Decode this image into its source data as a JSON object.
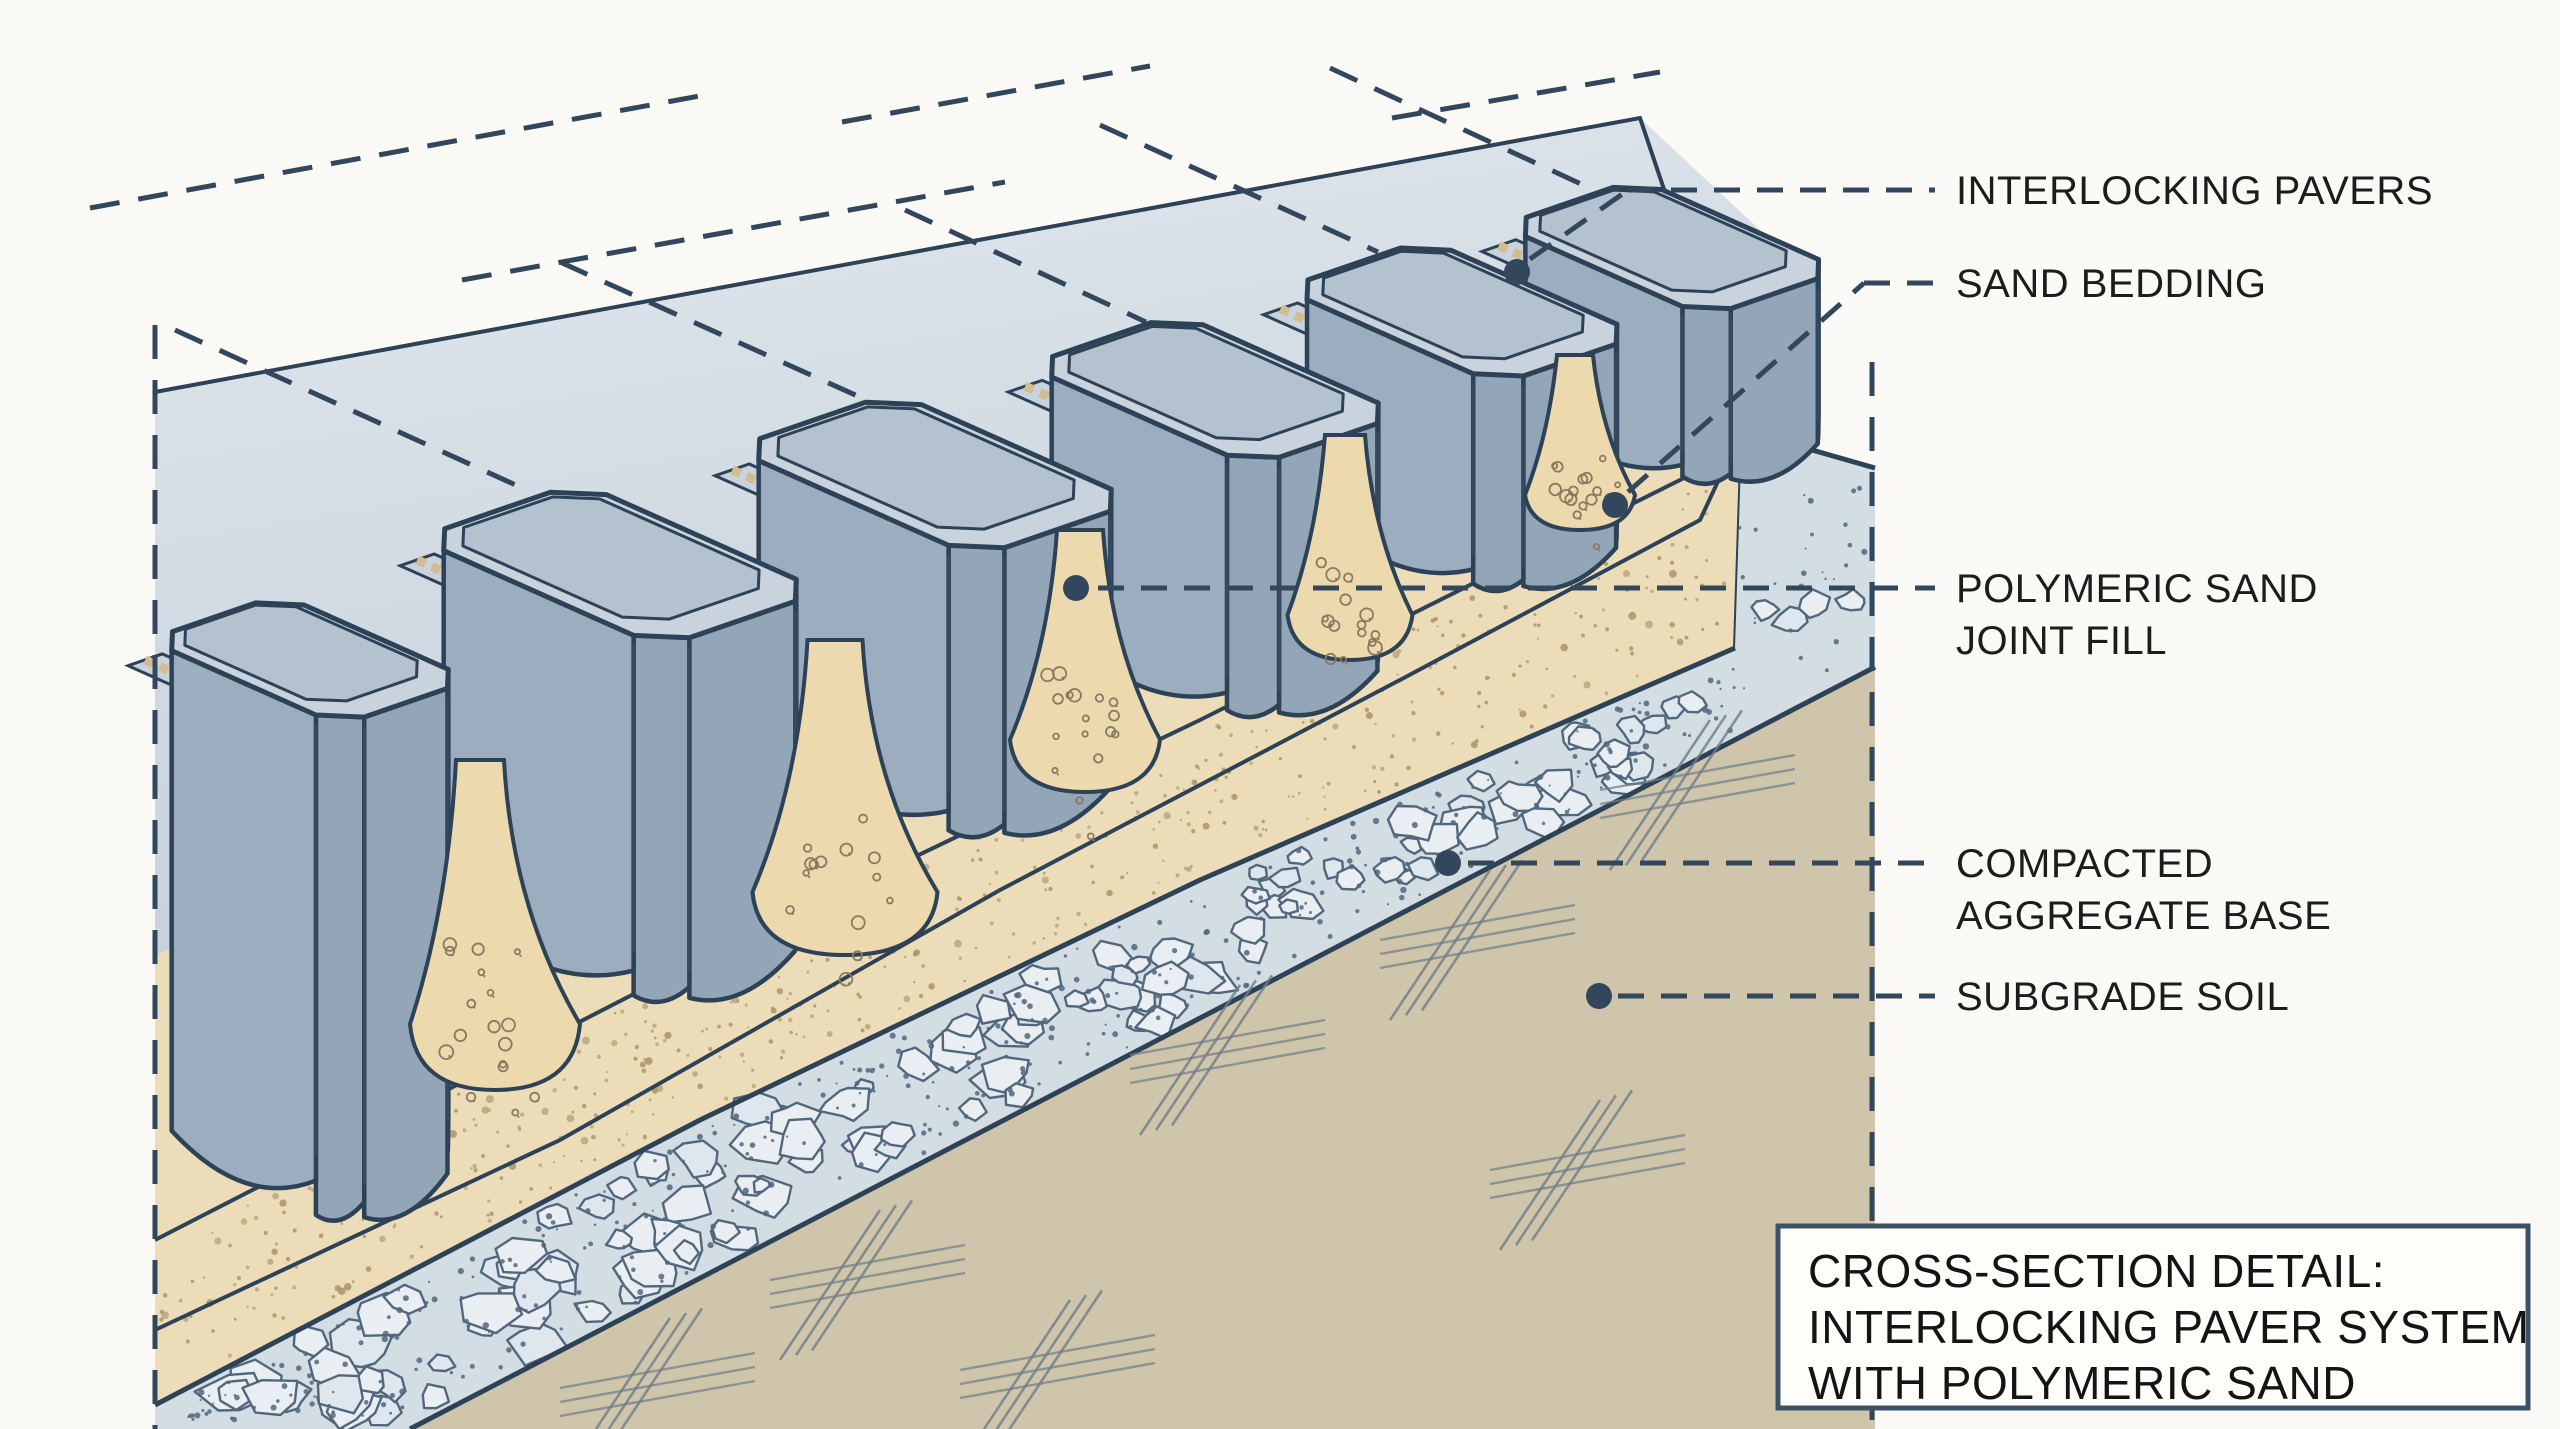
{
  "figure": {
    "kind": "construction cross-section diagram",
    "subject": "interlocking concrete paver pavement system"
  },
  "labels": {
    "interlocking_pavers": "INTERLOCKING PAVERS",
    "sand_bedding": "SAND BEDDING",
    "polymeric_line1": "POLYMERIC SAND",
    "polymeric_line2": "JOINT FILL",
    "compacted_line1": "COMPACTED",
    "compacted_line2": "AGGREGATE BASE",
    "subgrade_soil": "SUBGRADE SOIL"
  },
  "title_box": {
    "line1": "CROSS-SECTION DETAIL:",
    "line2": "INTERLOCKING PAVER SYSTEM",
    "line3": "WITH POLYMERIC SAND"
  },
  "palette": {
    "bg": "#faf9f6",
    "plane_light": "#dfe6ec",
    "plane_dark": "#bfcbd6",
    "paver_top": "#b4c1cf",
    "paver_bevel": "#c9d3dd",
    "paver_face": "#93a6b8",
    "paver_face_dark": "#8399ad",
    "paver_face_light": "#9cadbf",
    "outline_navy": "#2e4257",
    "sand": "#ecdcb8",
    "sand_deep": "#e8d6ac",
    "sand_speckle": "#a89064",
    "joint_sand": "#ecd9ae",
    "joint_ring": "#8a7a5f",
    "gravel_bg": "#d3dde4",
    "stone_fill": "#e8eef2",
    "stone_line": "#52677c",
    "soil": "#cfc5ab",
    "soil_hatch": "#6f7d88",
    "leader": "#33475c",
    "label_ink": "#1c1c1c",
    "title_ink": "#141414",
    "box_border": "#3e5266"
  }
}
